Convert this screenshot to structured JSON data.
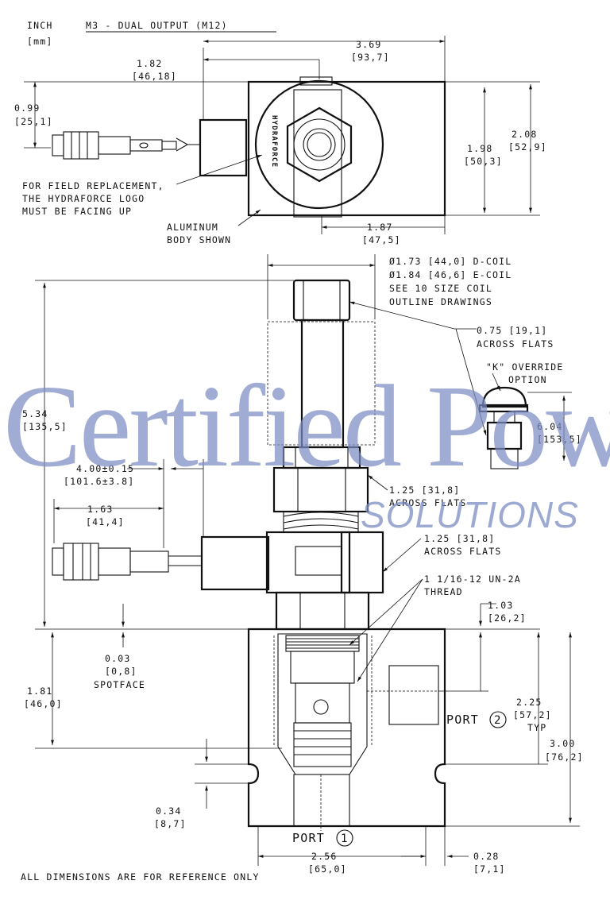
{
  "header": {
    "unit_inch": "INCH",
    "unit_mm": "[mm]",
    "title": "M3 - DUAL OUTPUT (M12)"
  },
  "top_view": {
    "dim_overall_width": "3.69",
    "dim_overall_width_mm": "[93,7]",
    "dim_conn_offset": "1.82",
    "dim_conn_offset_mm": "[46,18]",
    "dim_conn_height": "0.99",
    "dim_conn_height_mm": "[25,1]",
    "dim_body_height": "1.98",
    "dim_body_height_mm": "[50,3]",
    "dim_overall_height": "2.08",
    "dim_overall_height_mm": "[52,9]",
    "dim_body_width": "1.87",
    "dim_body_width_mm": "[47,5]",
    "note_logo": [
      "FOR FIELD REPLACEMENT,",
      "THE HYDRAFORCE LOGO",
      "MUST BE FACING UP"
    ],
    "note_body": [
      "ALUMINUM",
      "BODY SHOWN"
    ],
    "coil_logo_text": "HYDRAFORCE"
  },
  "side_view": {
    "coil_note": [
      "Ø1.73 [44,0] D-COIL",
      "Ø1.84 [46,6] E-COIL",
      "SEE 10 SIZE COIL",
      "OUTLINE DRAWINGS"
    ],
    "nut_flats": [
      "0.75 [19,1]",
      "ACROSS FLATS"
    ],
    "override_label": [
      "\"K\" OVERRIDE",
      "OPTION"
    ],
    "override_height": "6.04",
    "override_height_mm": "[153,5]",
    "total_height": "5.34",
    "total_height_mm": "[135,5]",
    "dim_offset": "4.00±0.15",
    "dim_offset_mm": "[101.6±3.8]",
    "dim_conn_length": "1.63",
    "dim_conn_length_mm": "[41,4]",
    "hex1_flats": [
      "1.25 [31,8]",
      "ACROSS FLATS"
    ],
    "hex2_flats": [
      "1.25 [31,8]",
      "ACROSS FLATS"
    ],
    "thread": [
      "1 1/16-12 UN-2A",
      "THREAD"
    ],
    "dim_port2_top": "1.03",
    "dim_port2_top_mm": "[26,2]",
    "spotface": "0.03",
    "spotface_mm": "[0,8]",
    "spotface_label": "SPOTFACE",
    "dim_body_lower": "1.81",
    "dim_body_lower_mm": "[46,0]",
    "port2_label": "PORT",
    "port2_number": "2",
    "dim_port2": "2.25",
    "dim_port2_mm": "[57,2]",
    "dim_port2_typ": "TYP",
    "dim_body_height": "3.00",
    "dim_body_height_mm": "[76,2]",
    "dim_slot": "0.34",
    "dim_slot_mm": "[8,7]",
    "port1_label": "PORT",
    "port1_number": "1",
    "dim_body_width": "2.56",
    "dim_body_width_mm": "[65,0]",
    "dim_edge": "0.28",
    "dim_edge_mm": "[7,1]"
  },
  "footer_note": "ALL DIMENSIONS ARE FOR REFERENCE ONLY",
  "watermark": {
    "line1": "Certified Power",
    "line2": "SOLUTIONS",
    "color": "#7b8cc2"
  }
}
